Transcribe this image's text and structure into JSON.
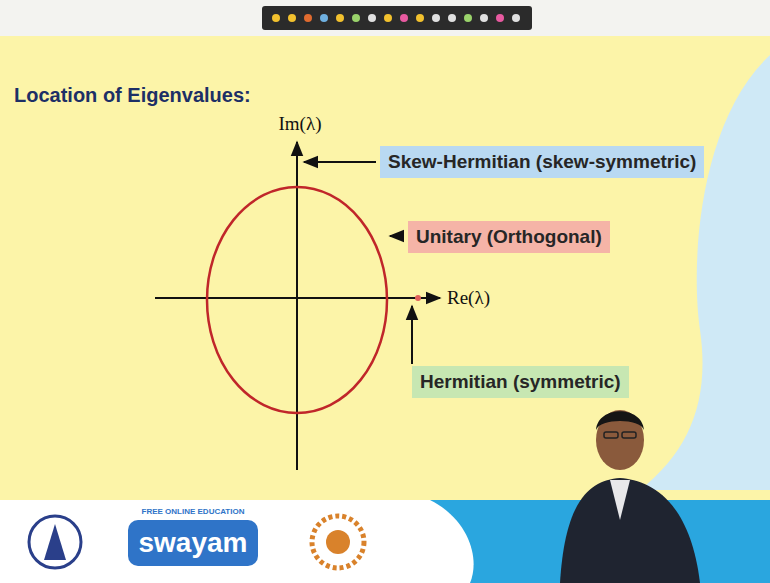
{
  "diagram": {
    "title": "Location of Eigenvalues:",
    "nodes": [
      {
        "text": [
          "Skew-Hermitian (skew-symmetric)"
        ]
      },
      {
        "text": [
          "Unitary (Orthogonal)"
        ]
      },
      {
        "text": [
          "Hermitian (symmetric)"
        ]
      }
    ],
    "labels": [
      "Im(λ)",
      "Re(λ)",
      "FREE ONLINE EDUCATION",
      "swayam"
    ]
  }
}
